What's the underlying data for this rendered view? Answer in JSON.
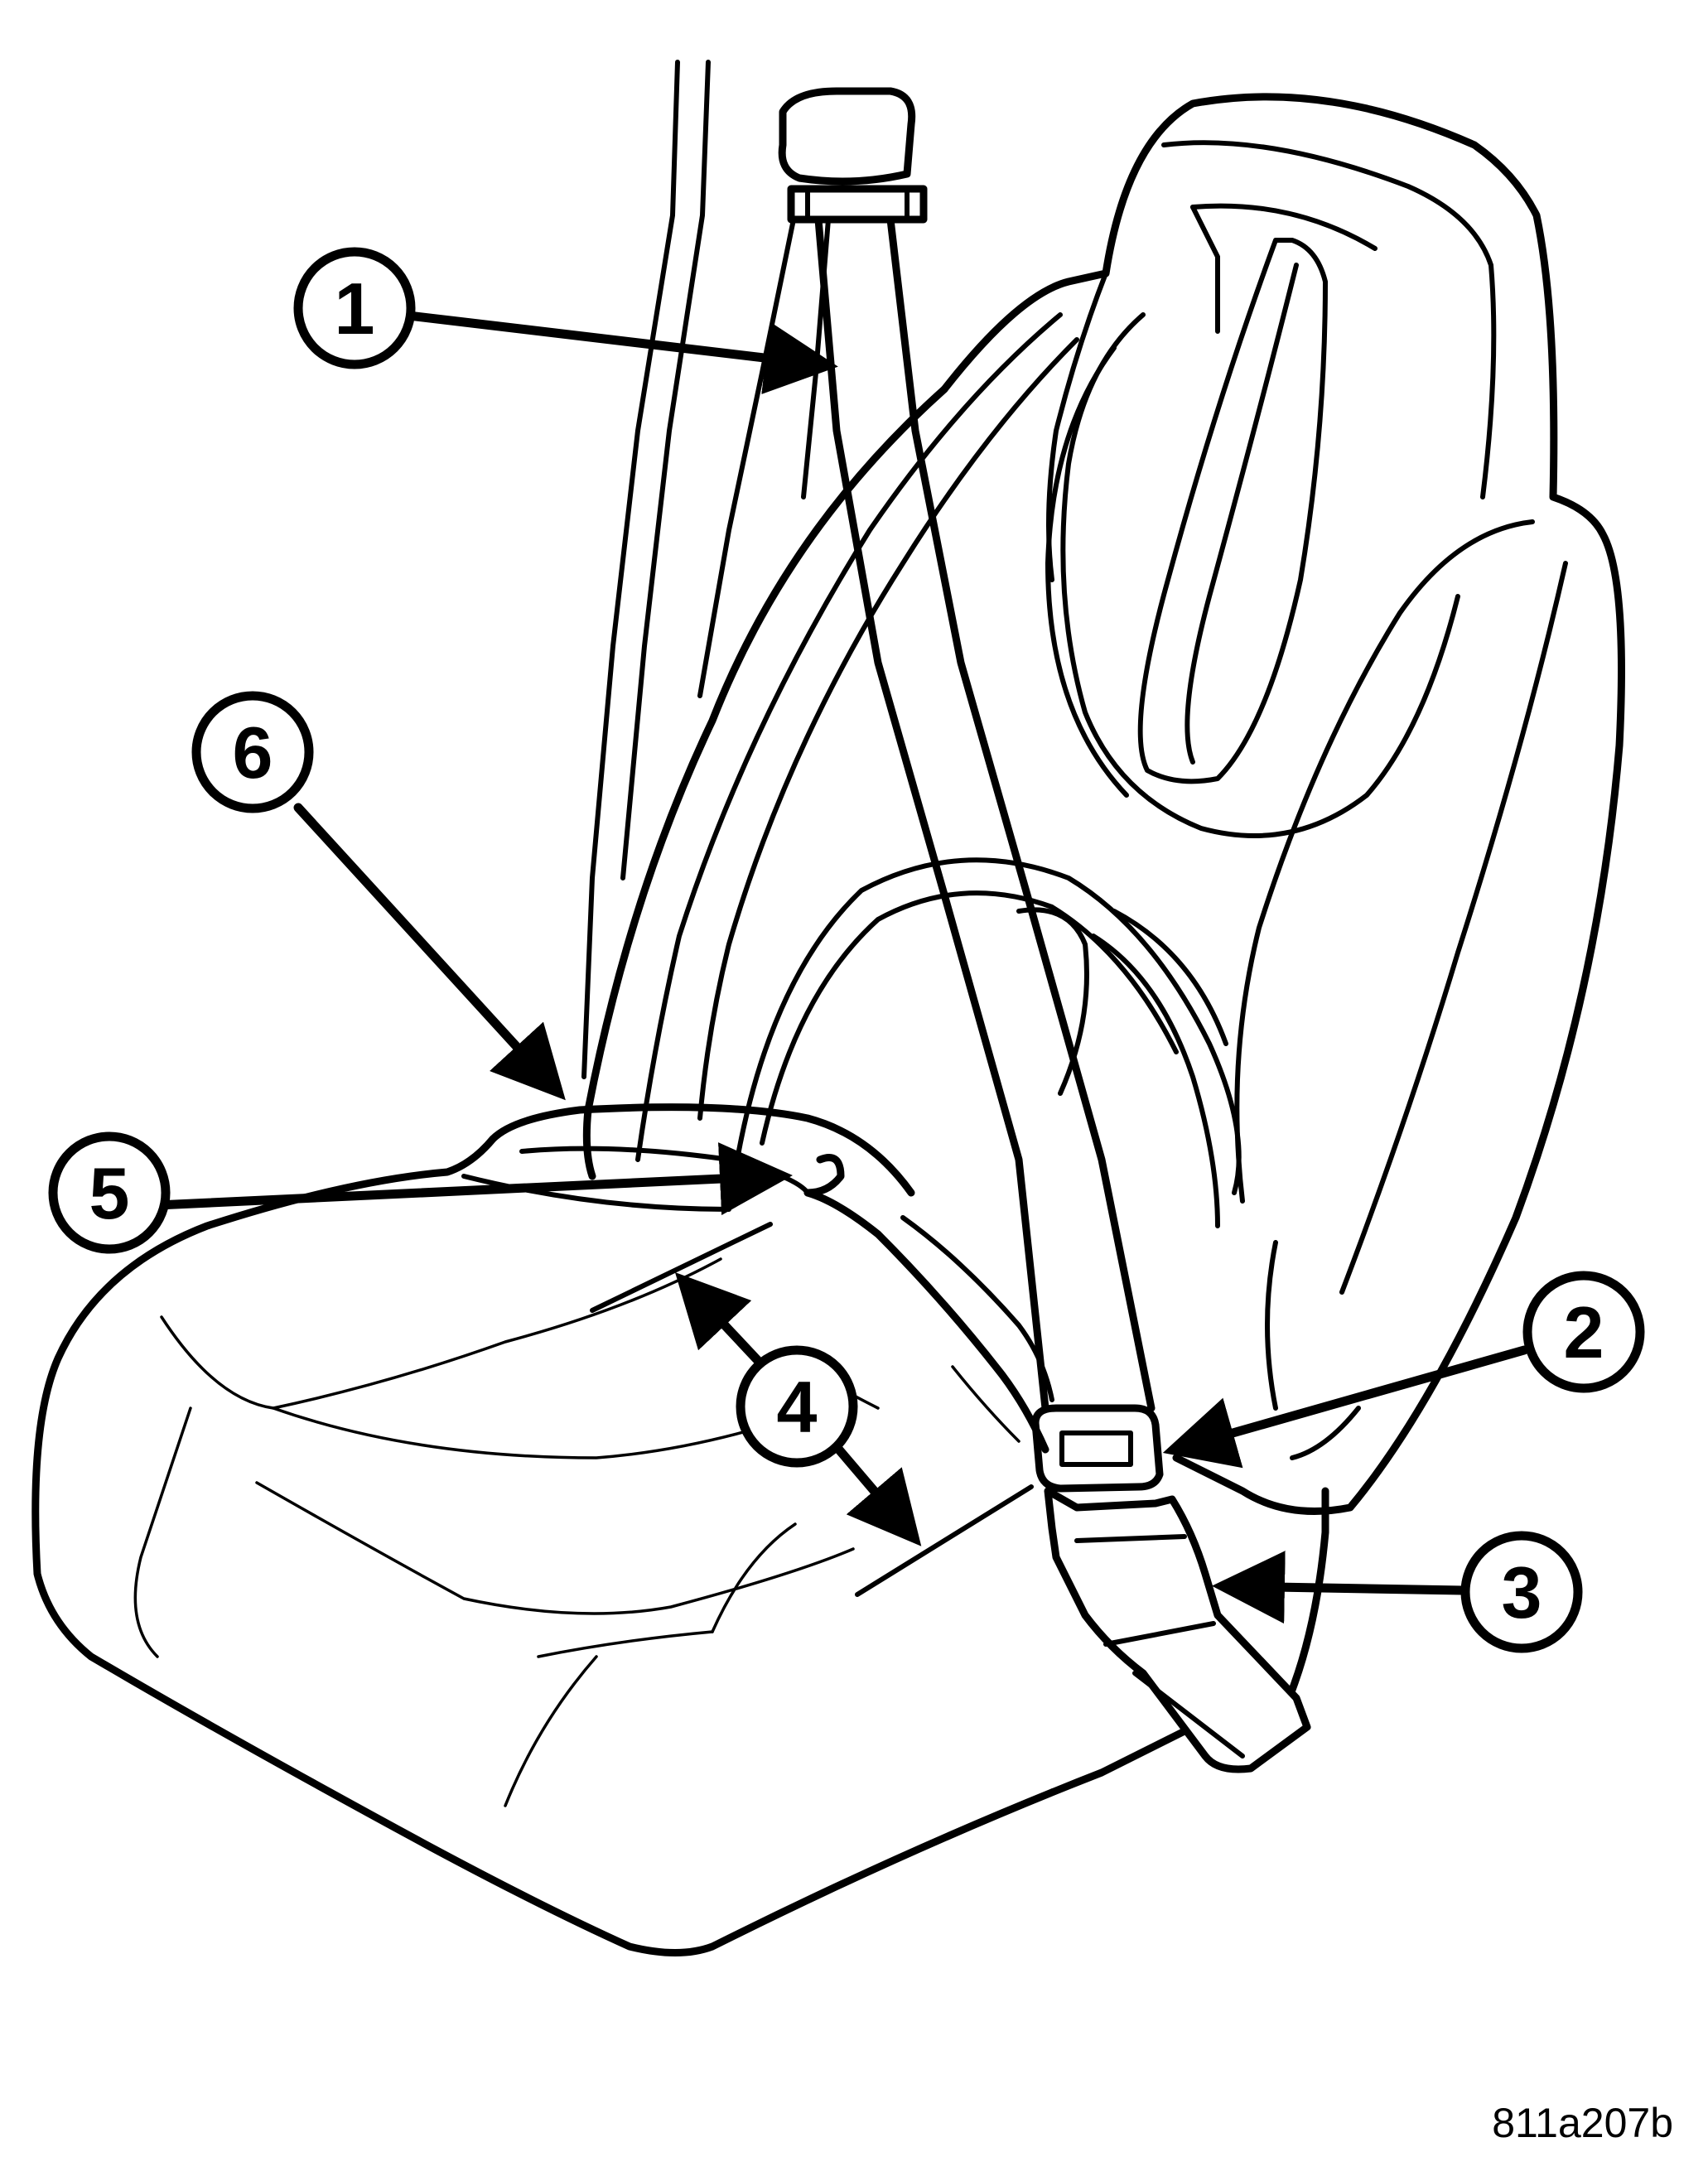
{
  "callouts": [
    {
      "id": "1",
      "label": "1"
    },
    {
      "id": "2",
      "label": "2"
    },
    {
      "id": "3",
      "label": "3"
    },
    {
      "id": "4",
      "label": "4"
    },
    {
      "id": "5",
      "label": "5"
    },
    {
      "id": "6",
      "label": "6"
    }
  ],
  "figure_code": "811a207b",
  "colors": {
    "ink": "#000000",
    "background": "#ffffff"
  }
}
